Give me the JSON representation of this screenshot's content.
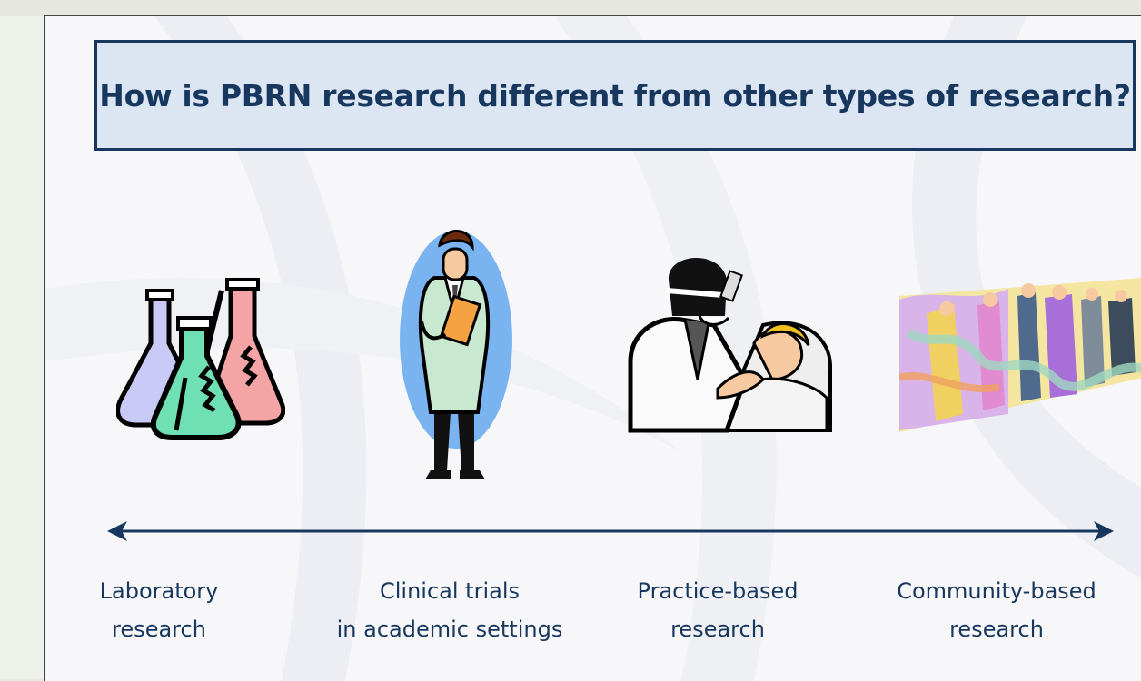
{
  "slide": {
    "title": "How is PBRN research different from other types of research?",
    "categories": [
      {
        "line1": "Laboratory",
        "line2": "research",
        "icon": "lab-flasks-icon"
      },
      {
        "line1": "Clinical trials",
        "line2": "in academic settings",
        "icon": "doctor-clipboard-icon"
      },
      {
        "line1": "Practice-based",
        "line2": "research",
        "icon": "dentist-patient-icon"
      },
      {
        "line1": "Community-based",
        "line2": "research",
        "icon": "crowd-people-icon"
      }
    ]
  },
  "colors": {
    "title_text": "#17375e",
    "title_fill": "#dce6f2",
    "axis_arrow": "#17375e",
    "label_text": "#17375e"
  }
}
